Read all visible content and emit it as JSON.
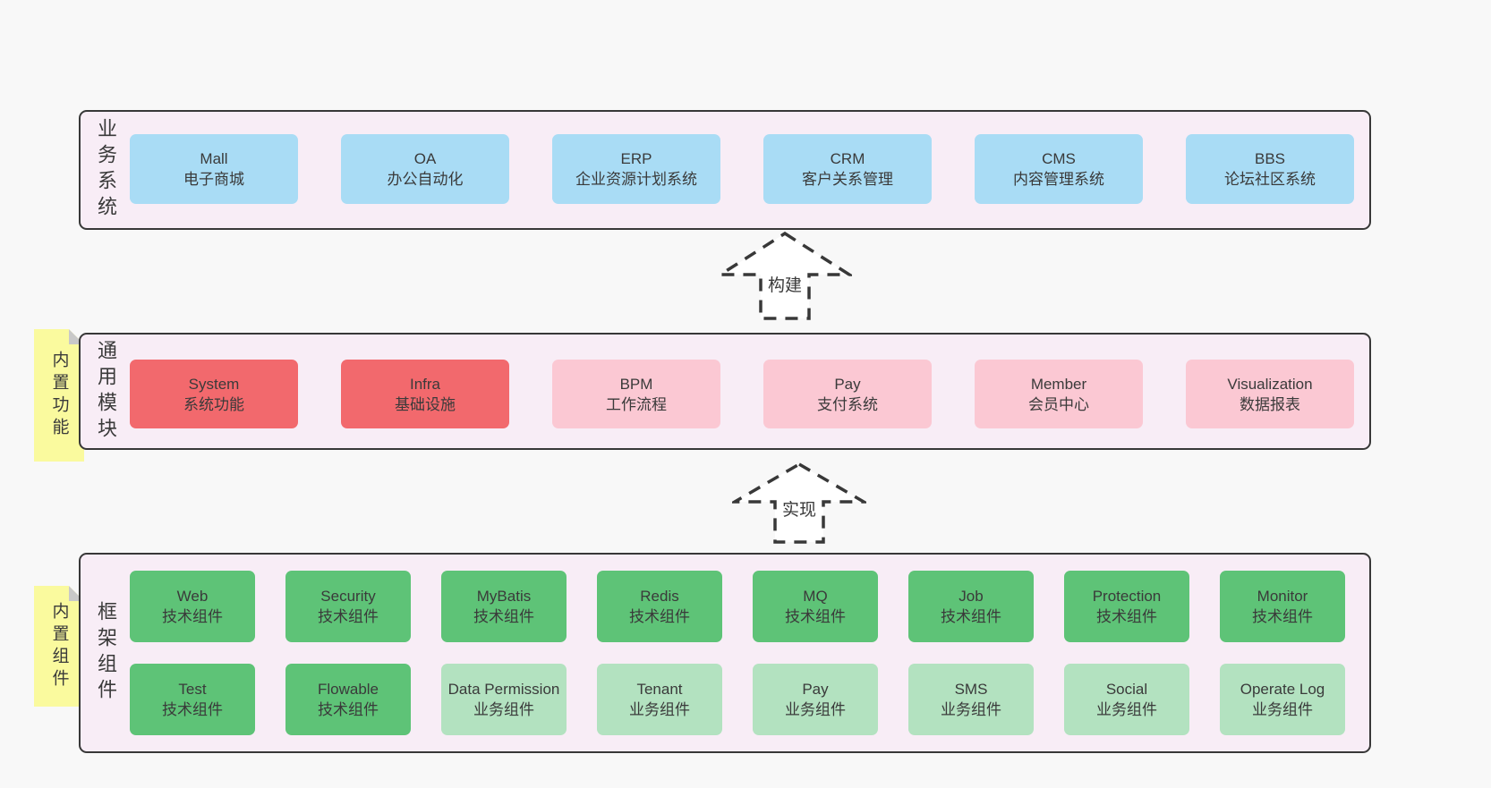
{
  "colors": {
    "page_bg": "#f8f8f8",
    "container_bg": "#f8edf6",
    "container_border": "#383838",
    "sticky_bg": "#fafa9e",
    "sticky_fold": "#c8c8c8",
    "text": "#3a3a3a",
    "blue": "#a9dcf5",
    "red": "#f2696d",
    "pink": "#fbc8d3",
    "green": "#5ec377",
    "lightgreen": "#b3e2c0"
  },
  "arrows": [
    {
      "label": "构建"
    },
    {
      "label": "实现"
    }
  ],
  "sections": [
    {
      "label": "业务系统",
      "sticky": null,
      "rows": [
        [
          {
            "en": "Mall",
            "zh": "电子商城",
            "type": "blue"
          },
          {
            "en": "OA",
            "zh": "办公自动化",
            "type": "blue"
          },
          {
            "en": "ERP",
            "zh": "企业资源计划系统",
            "type": "blue"
          },
          {
            "en": "CRM",
            "zh": "客户关系管理",
            "type": "blue"
          },
          {
            "en": "CMS",
            "zh": "内容管理系统",
            "type": "blue"
          },
          {
            "en": "BBS",
            "zh": "论坛社区系统",
            "type": "blue"
          }
        ]
      ]
    },
    {
      "label": "通用模块",
      "sticky": "内置功能",
      "rows": [
        [
          {
            "en": "System",
            "zh": "系统功能",
            "type": "red"
          },
          {
            "en": "Infra",
            "zh": "基础设施",
            "type": "red"
          },
          {
            "en": "BPM",
            "zh": "工作流程",
            "type": "pink"
          },
          {
            "en": "Pay",
            "zh": "支付系统",
            "type": "pink"
          },
          {
            "en": "Member",
            "zh": "会员中心",
            "type": "pink"
          },
          {
            "en": "Visualization",
            "zh": "数据报表",
            "type": "pink"
          }
        ]
      ]
    },
    {
      "label": "框架组件",
      "sticky": "内置组件",
      "rows": [
        [
          {
            "en": "Web",
            "zh": "技术组件",
            "type": "green"
          },
          {
            "en": "Security",
            "zh": "技术组件",
            "type": "green"
          },
          {
            "en": "MyBatis",
            "zh": "技术组件",
            "type": "green"
          },
          {
            "en": "Redis",
            "zh": "技术组件",
            "type": "green"
          },
          {
            "en": "MQ",
            "zh": "技术组件",
            "type": "green"
          },
          {
            "en": "Job",
            "zh": "技术组件",
            "type": "green"
          },
          {
            "en": "Protection",
            "zh": "技术组件",
            "type": "green"
          },
          {
            "en": "Monitor",
            "zh": "技术组件",
            "type": "green"
          }
        ],
        [
          {
            "en": "Test",
            "zh": "技术组件",
            "type": "green"
          },
          {
            "en": "Flowable",
            "zh": "技术组件",
            "type": "green"
          },
          {
            "en": "Data Permission",
            "zh": "业务组件",
            "type": "lightgreen"
          },
          {
            "en": "Tenant",
            "zh": "业务组件",
            "type": "lightgreen"
          },
          {
            "en": "Pay",
            "zh": "业务组件",
            "type": "lightgreen"
          },
          {
            "en": "SMS",
            "zh": "业务组件",
            "type": "lightgreen"
          },
          {
            "en": "Social",
            "zh": "业务组件",
            "type": "lightgreen"
          },
          {
            "en": "Operate Log",
            "zh": "业务组件",
            "type": "lightgreen"
          }
        ]
      ]
    }
  ]
}
